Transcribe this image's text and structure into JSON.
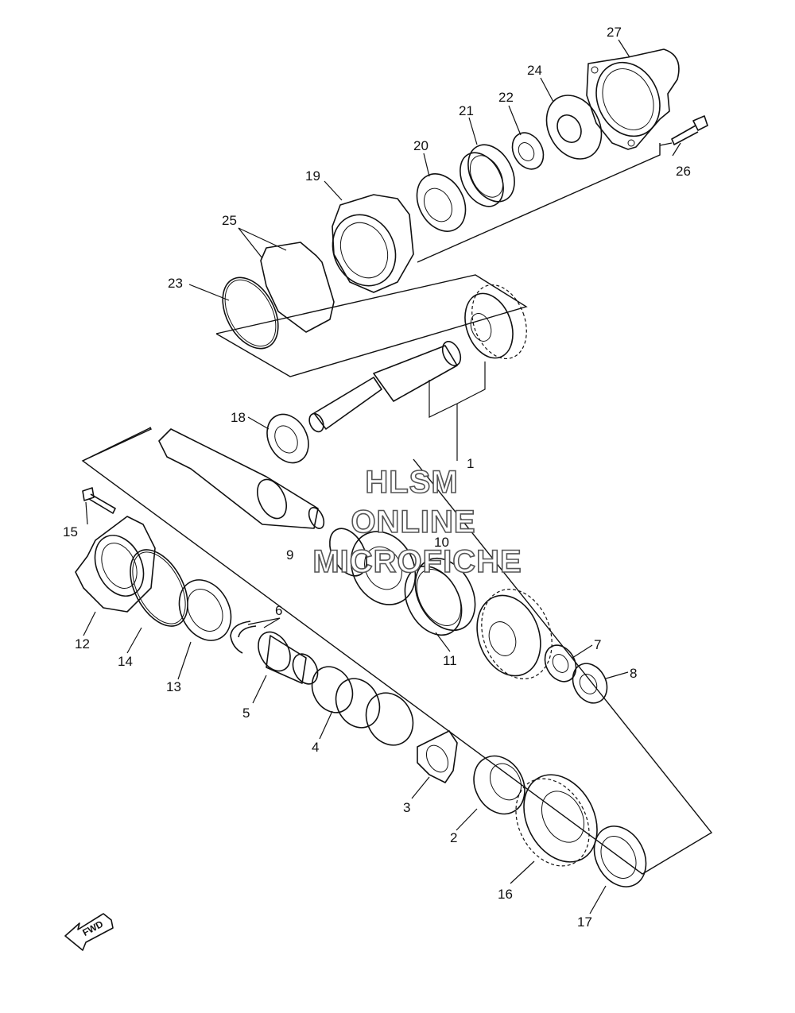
{
  "diagram": {
    "watermark": [
      "HLSM",
      "ONLINE",
      "MICROFICHE"
    ],
    "direction_label": "FWD",
    "callouts": [
      "1",
      "2",
      "3",
      "4",
      "5",
      "6",
      "7",
      "8",
      "9",
      "10",
      "11",
      "12",
      "13",
      "14",
      "15",
      "16",
      "17",
      "18",
      "19",
      "20",
      "21",
      "22",
      "23",
      "24",
      "25",
      "26",
      "27"
    ]
  }
}
